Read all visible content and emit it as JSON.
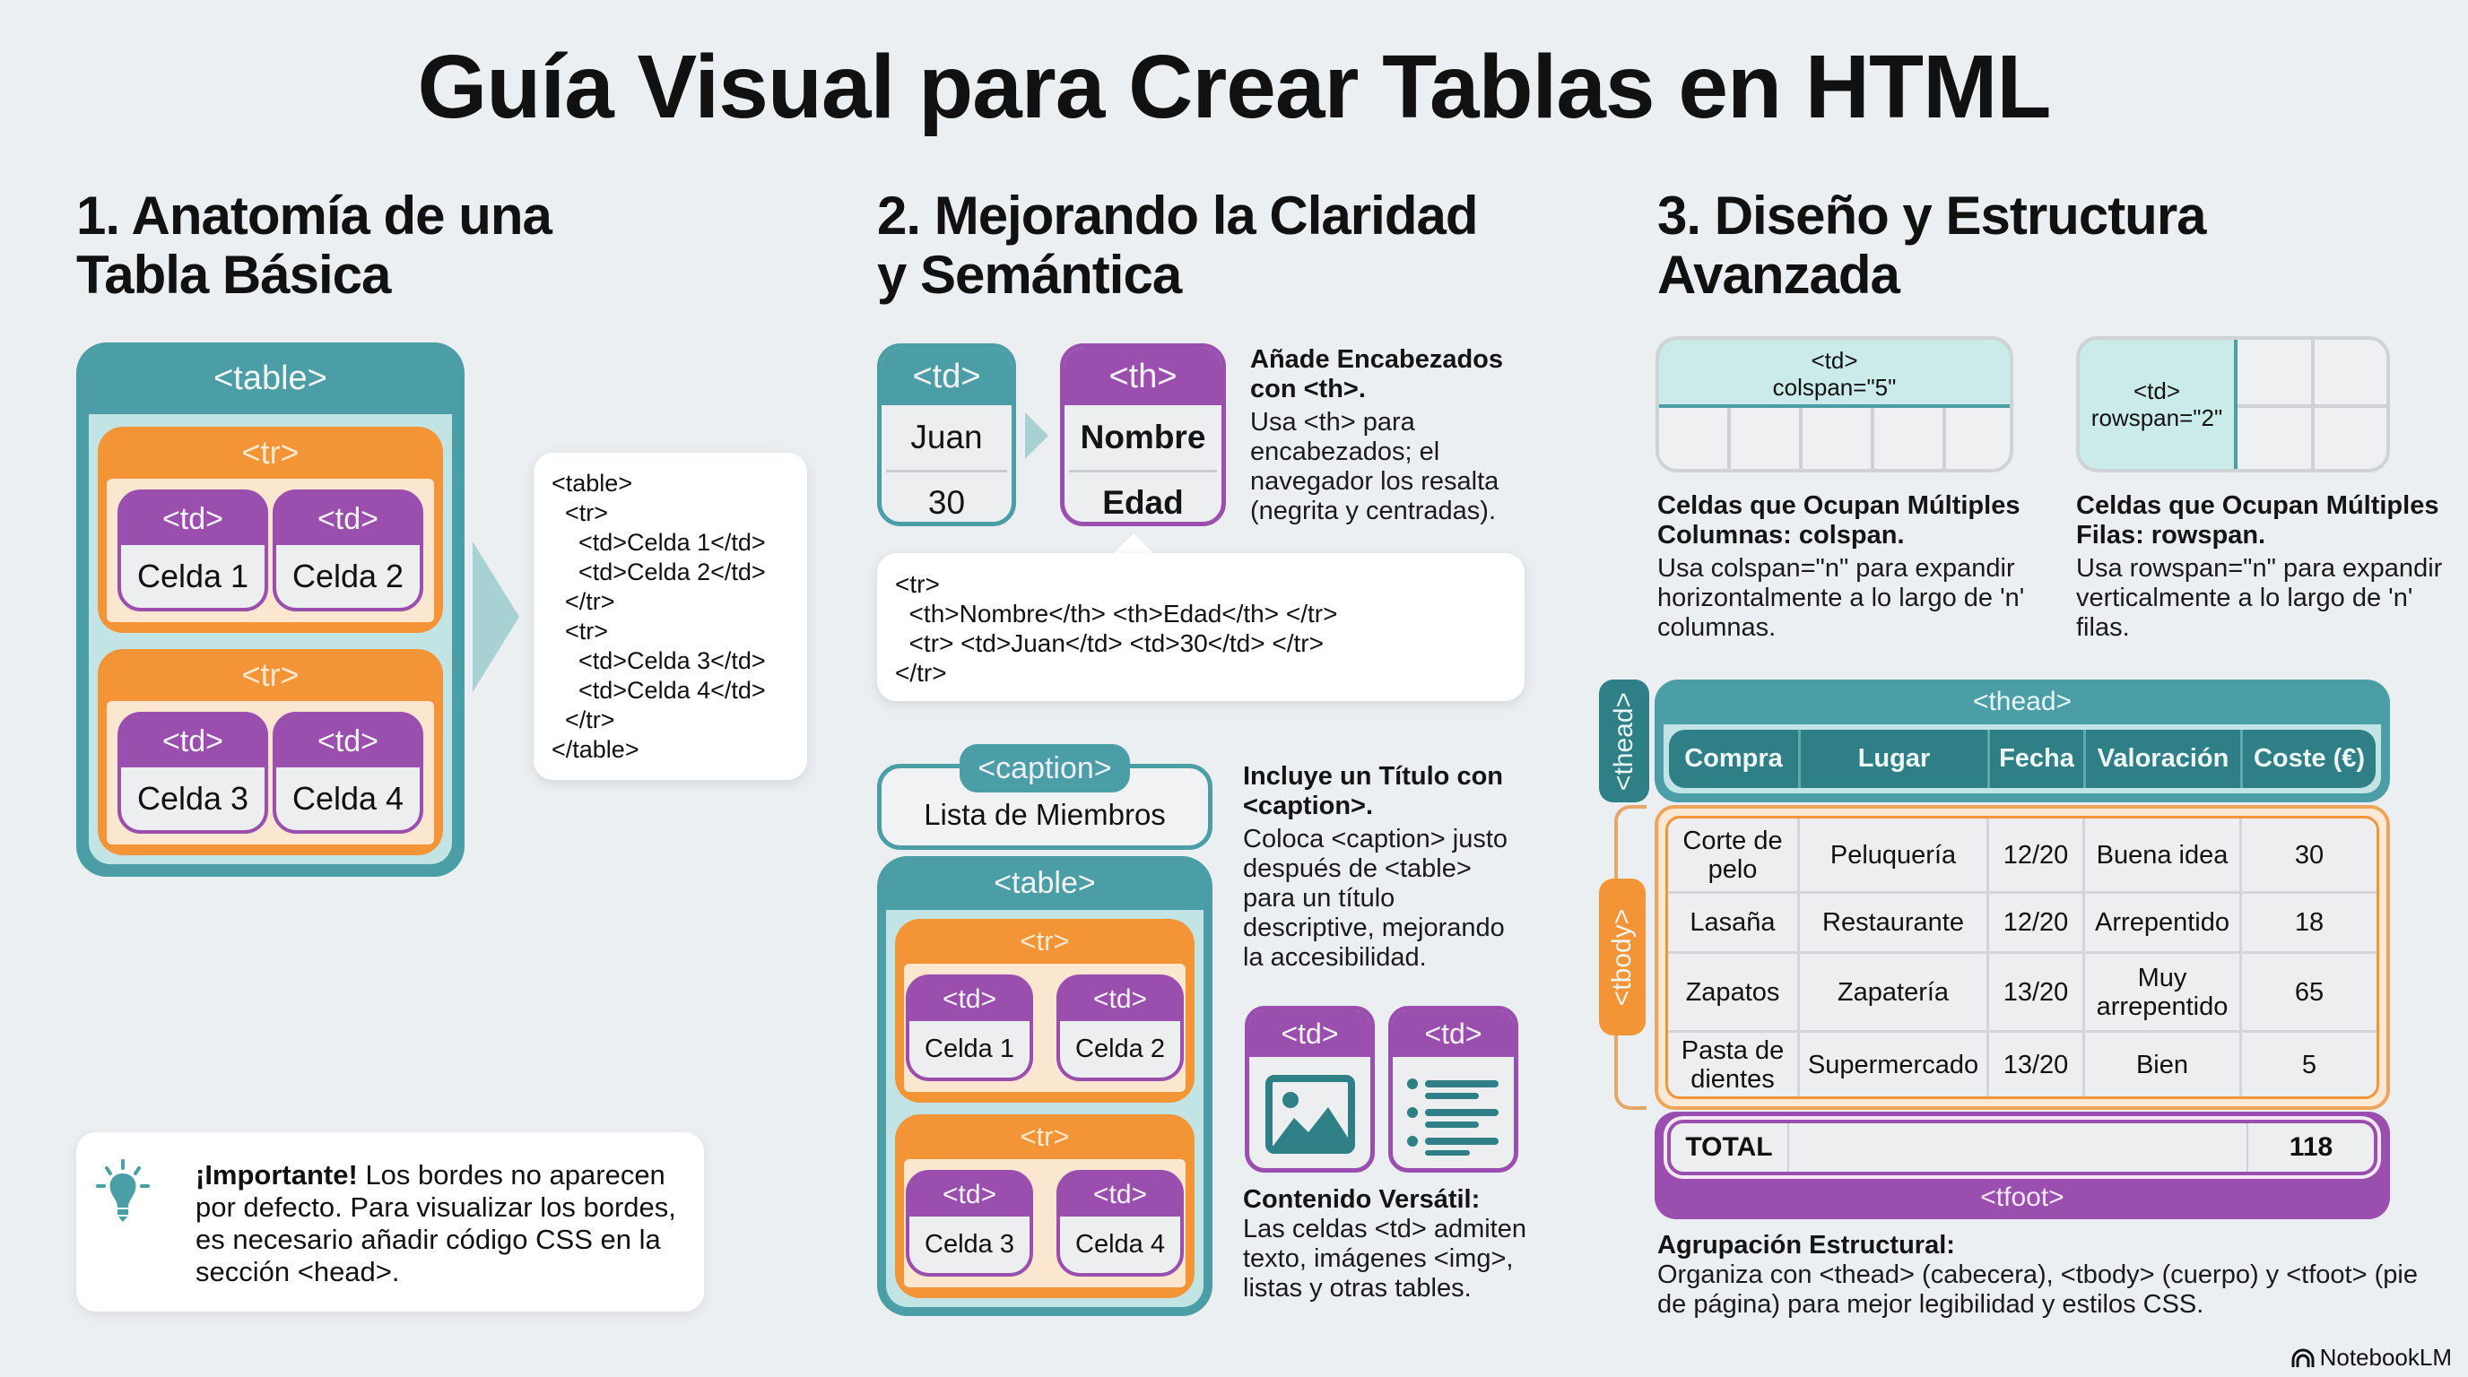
{
  "title": "Guía Visual para Crear Tablas en HTML",
  "sections": {
    "s1": {
      "heading_line1": "1. Anatomía de una",
      "heading_line2": "Tabla Básica",
      "table_tag": "<table>",
      "tr_tag": "<tr>",
      "td_tag": "<td>",
      "cells": [
        "Celda 1",
        "Celda 2",
        "Celda 3",
        "Celda 4"
      ],
      "code_lines": [
        "<table>",
        "  <tr>",
        "    <td>Celda 1</td>",
        "    <td>Celda 2</td>",
        "  </tr>",
        "  <tr>",
        "    <td>Celda 3</td>",
        "    <td>Celda 4</td>",
        "  </tr>",
        "</table>"
      ],
      "note_bold": "¡Importante!",
      "note_text": " Los bordes no aparecen por defecto. Para visualizar los bordes, es necesario añadir código CSS en la sección <head>.",
      "note_icon": "lightbulb-icon"
    },
    "s2": {
      "heading_line1": "2. Mejorando la Claridad",
      "heading_line2": "y Semántica",
      "td_tag": "<td>",
      "th_tag": "<th>",
      "td_values": [
        "Juan",
        "30"
      ],
      "th_values": [
        "Nombre",
        "Edad"
      ],
      "th_title": "Añade Encabezados con <th>.",
      "th_desc": "Usa <th> para encabezados; el navegador los resalta (negrita y centradas).",
      "code_lines": [
        "<tr>",
        "  <th>Nombre</th> <th>Edad</th> </tr>",
        "  <tr> <td>Juan</td> <td>30</td> </tr>",
        "</tr>"
      ],
      "caption_tag": "<caption>",
      "caption_text": "Lista de Miembros",
      "table_tag": "<table>",
      "tr_tag": "<tr>",
      "cells": [
        "Celda 1",
        "Celda 2",
        "Celda 3",
        "Celda 4"
      ],
      "caption_title": "Incluye un Título con <caption>.",
      "caption_desc": "Coloca <caption> justo después de <table> para un título descriptive, mejorando la accesibilidad.",
      "content_td_tag": "<td>",
      "content_icons": [
        "image-icon",
        "list-icon"
      ],
      "content_title": "Contenido Versátil:",
      "content_desc": "Las celdas <td> admiten texto, imágenes <img>, listas y otras tables."
    },
    "s3": {
      "heading_line1": "3. Diseño y Estructura",
      "heading_line2": "Avanzada",
      "colspan_tag": "<td>",
      "colspan_attr": "colspan=\"5\"",
      "rowspan_tag": "<td>",
      "rowspan_attr": "rowspan=\"2\"",
      "colspan_title": "Celdas que Ocupan Múltiples Columnas: colspan.",
      "colspan_desc": "Usa colspan=\"n\" para expandir horizontalmente a lo largo de 'n' columnas.",
      "rowspan_title": "Celdas que Ocupan Múltiples Filas: rowspan.",
      "rowspan_desc": "Usa rowspan=\"n\" para expandir verticalmente a lo largo de 'n' filas.",
      "thead_tag": "<thead>",
      "tbody_tag": "<tbody>",
      "tfoot_tag": "<tfoot>",
      "headers": [
        "Compra",
        "Lugar",
        "Fecha",
        "Valoración",
        "Coste (€)"
      ],
      "rows": [
        [
          "Corte de pelo",
          "Peluquería",
          "12/20",
          "Buena idea",
          "30"
        ],
        [
          "Lasaña",
          "Restaurante",
          "12/20",
          "Arrepentido",
          "18"
        ],
        [
          "Zapatos",
          "Zapatería",
          "13/20",
          "Muy arrepentido",
          "65"
        ],
        [
          "Pasta de dientes",
          "Supermercado",
          "13/20",
          "Bien",
          "5"
        ]
      ],
      "footer": {
        "label": "TOTAL",
        "value": "118"
      },
      "group_title": "Agrupación Estructural:",
      "group_desc": "Organiza con <thead> (cabecera), <tbody> (cuerpo) y <tfoot> (pie de página) para mejor legibilidad y estilos CSS."
    }
  },
  "brand": "NotebookLM",
  "colors": {
    "teal": "#4b9ea6",
    "teal_dark": "#2f7f86",
    "teal_light": "#c3e4e5",
    "orange": "#f39536",
    "cream": "#fbe6d0",
    "purple": "#9a4fae",
    "background": "#eceff2"
  }
}
